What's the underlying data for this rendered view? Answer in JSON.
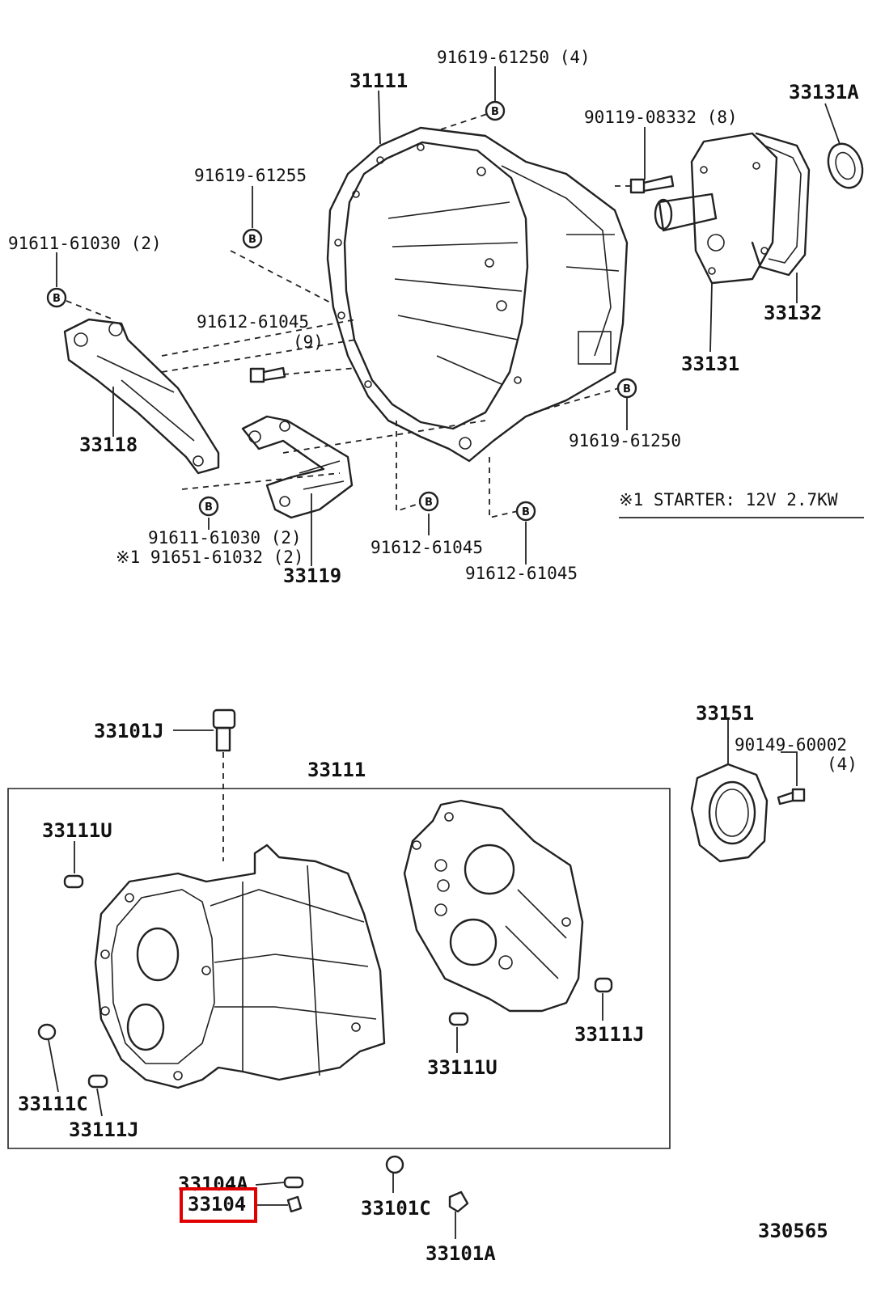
{
  "labels": {
    "l_31111_top": "31111",
    "l_91619_61250_4": "91619-61250 (4)",
    "l_33131A": "33131A",
    "l_90119_08332": "90119-08332 (8)",
    "l_91619_61255": "91619-61255",
    "l_91611_61030_top": "91611-61030 (2)",
    "l_91612_61045_9a": "91612-61045",
    "l_91612_61045_9b": "(9)",
    "l_33132": "33132",
    "l_33131": "33131",
    "l_33118": "33118",
    "l_91619_61250": "91619-61250",
    "l_starter": "※1 STARTER: 12V  2.7KW",
    "l_91611_61030_bot": "91611-61030 (2)",
    "l_91651_61032": "※1 91651-61032 (2)",
    "l_33119": "33119",
    "l_91612_61045_a": "91612-61045",
    "l_91612_61045_b": "91612-61045",
    "l_33101J": "33101J",
    "l_33111_box": "33111",
    "l_33151": "33151",
    "l_90149_60002": "90149-60002",
    "l_90149_qty": "(4)",
    "l_33111U_a": "33111U",
    "l_33111J_r": "33111J",
    "l_33111U_b": "33111U",
    "l_33111C": "33111C",
    "l_33111J_b": "33111J",
    "l_33104A": "33104A",
    "l_33101C": "33101C",
    "l_33104": "33104",
    "l_33101A": "33101A",
    "l_330565": "330565"
  },
  "marker_letter": "B",
  "highlight_color": "#e00000"
}
